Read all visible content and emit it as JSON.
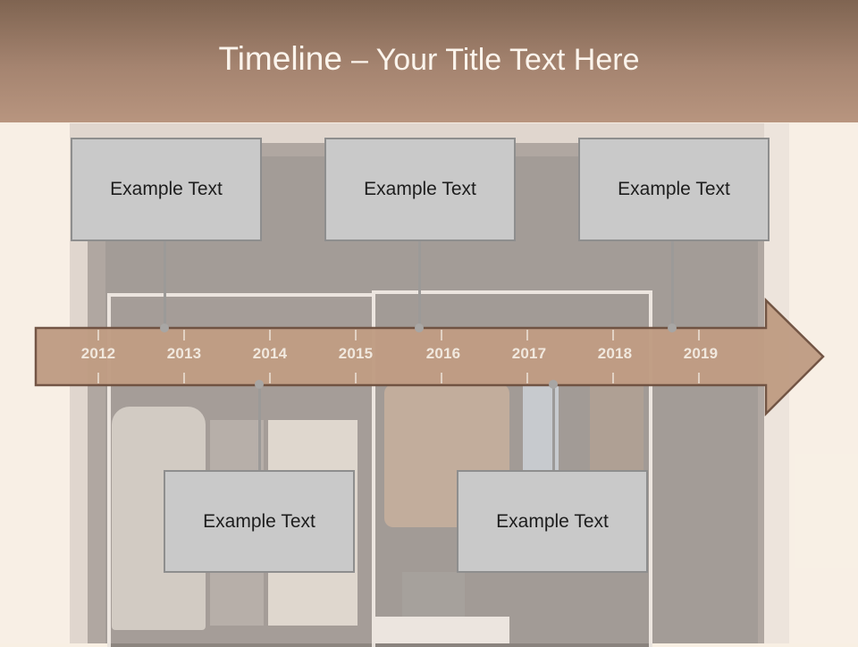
{
  "slide": {
    "title_lead": "Timeline",
    "title_rest": "– Your Title Text Here"
  },
  "timeline": {
    "years": [
      "2012",
      "2013",
      "2014",
      "2015",
      "2016",
      "2017",
      "2018",
      "2019"
    ],
    "callouts_top": [
      {
        "text": "Example Text"
      },
      {
        "text": "Example Text"
      },
      {
        "text": "Example Text"
      }
    ],
    "callouts_bottom": [
      {
        "text": "Example Text"
      },
      {
        "text": "Example Text"
      }
    ]
  },
  "colors": {
    "header": "#a58470",
    "arrow_fill": "#c09d84",
    "arrow_stroke": "#6f5140",
    "box_fill": "#c9c9c9",
    "box_border": "#8e8e8e"
  }
}
